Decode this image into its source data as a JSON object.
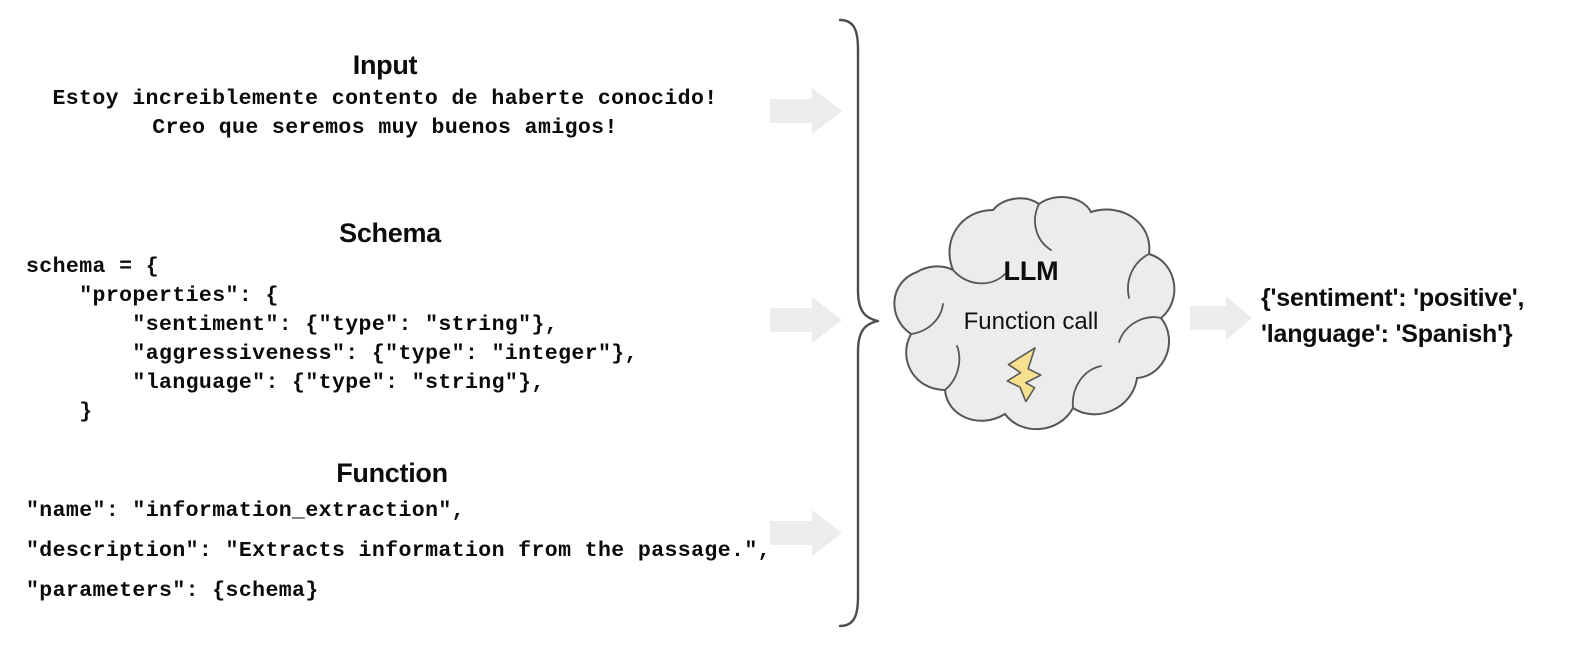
{
  "diagram": {
    "title": "LLM function-call information extraction flow",
    "colors": {
      "arrow_fill": "#ececec",
      "cloud_fill": "#ececec",
      "cloud_stroke": "#565656",
      "brace_stroke": "#4d4d4d",
      "bolt_fill": "#f7e08e",
      "bolt_stroke": "#5a5a5a",
      "text": "#0d0d0d",
      "background": "#ffffff"
    }
  },
  "sections": {
    "input": {
      "heading": "Input",
      "body": "Estoy increiblemente contento de haberte conocido!\nCreo que seremos muy buenos amigos!"
    },
    "schema": {
      "heading": "Schema",
      "body": "schema = {\n    \"properties\": {\n        \"sentiment\": {\"type\": \"string\"},\n        \"aggressiveness\": {\"type\": \"integer\"},\n        \"language\": {\"type\": \"string\"},\n    }"
    },
    "function": {
      "heading": "Function",
      "body": "\"name\": \"information_extraction\",\n\"description\": \"Extracts information from the passage.\",\n\"parameters\": {schema}"
    }
  },
  "model": {
    "name": "LLM",
    "subtitle": "Function call",
    "icon": "lightning-bolt-icon"
  },
  "output": {
    "text": "{'sentiment': 'positive',\n'language': 'Spanish'}"
  },
  "arrows": {
    "input_to_model": "arrow-right-icon",
    "schema_to_model": "arrow-right-icon",
    "function_to_model": "arrow-right-icon",
    "model_to_output": "arrow-right-icon"
  },
  "brace": {
    "name": "right-curly-brace"
  }
}
